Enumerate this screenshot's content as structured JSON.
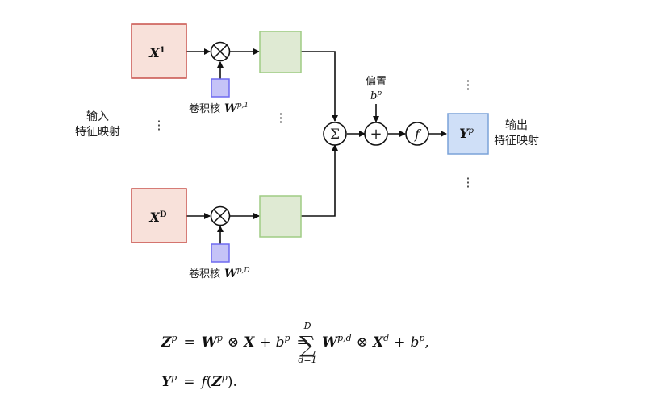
{
  "colors": {
    "input_fill": "#f8e1da",
    "input_stroke": "#c8504a",
    "kernel_fill": "#c5c3f7",
    "kernel_stroke": "#6f6af0",
    "feature_fill": "#dfead3",
    "feature_stroke": "#9fcc84",
    "output_fill": "#cfdff7",
    "output_stroke": "#7aa2d8"
  },
  "labels": {
    "input": [
      "输入",
      "特征映射"
    ],
    "output": [
      "输出",
      "特征映射"
    ],
    "bias": "偏置",
    "kernel_prefix": "卷积核"
  },
  "symbols": {
    "x1_base": "X",
    "x1_sup": "1",
    "xd_base": "X",
    "xd_sup": "D",
    "w1_base": "W",
    "w1_sup": "p,1",
    "wd_base": "W",
    "wd_sup": "p,D",
    "bias_base": "b",
    "bias_sup": "p",
    "y_base": "Y",
    "y_sup": "p",
    "f": "f",
    "sum": "Σ",
    "plus": "+",
    "vdots": "⋮"
  },
  "formula": {
    "line1": {
      "z": "Z",
      "p": "p",
      "eq": "=",
      "w": "W",
      "otimes": "⊗",
      "x": "X",
      "plus": "+",
      "b": "b",
      "sum": "∑",
      "sum_top": "D",
      "sum_bottom": "d=1",
      "pd": "p,d",
      "d": "d",
      "comma": ","
    },
    "line2": {
      "y": "Y",
      "p": "p",
      "eq": "=",
      "f": "f",
      "lp": "(",
      "z": "Z",
      "rp": ").",
      "p2": "p"
    }
  }
}
